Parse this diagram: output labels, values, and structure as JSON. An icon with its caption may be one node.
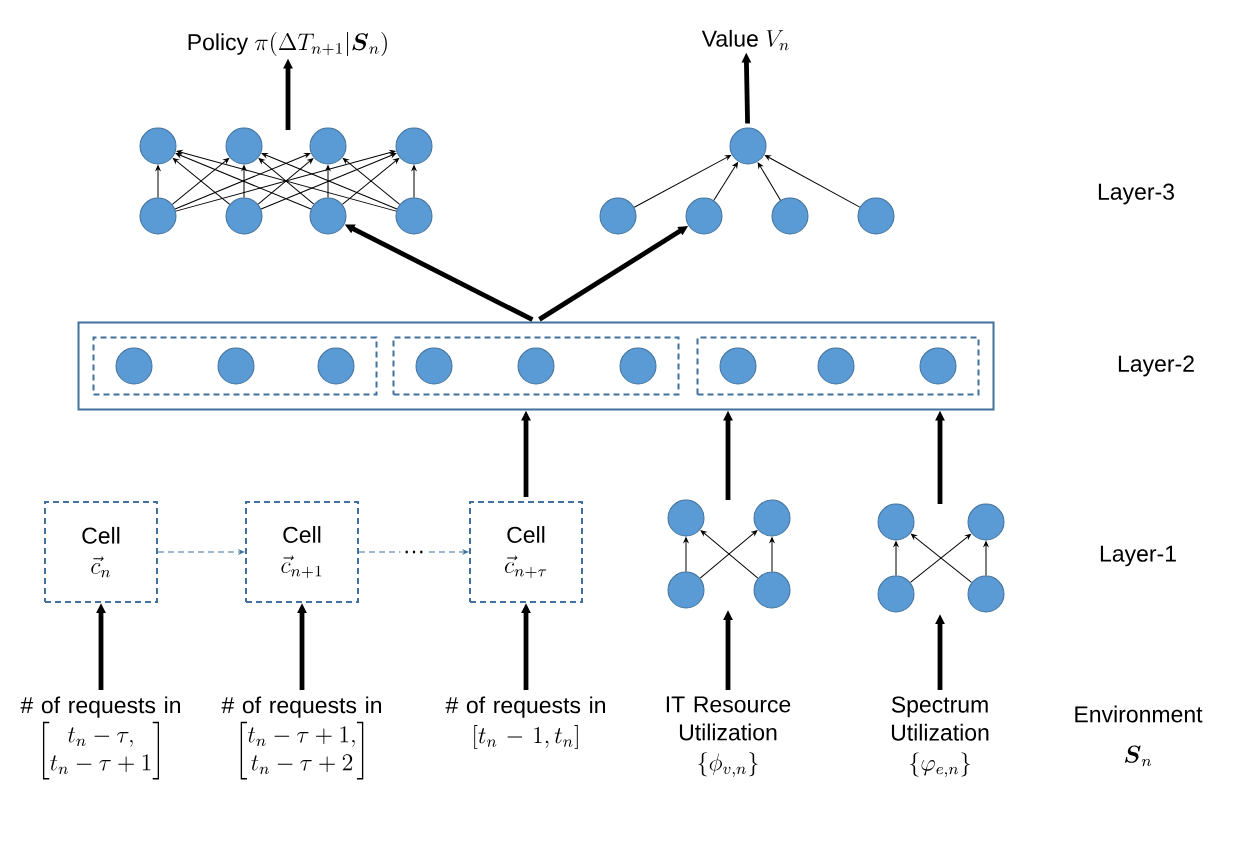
{
  "diagram": {
    "nodes": [
      {
        "text": [
          "Policy",
          "\\pi(\\Delta T_{n+1}|\\boldsymbol{S}_n)"
        ]
      },
      {
        "text": [
          "Value",
          "V_n"
        ]
      },
      {
        "text": [],
        "shape": "circle"
      },
      {
        "text": [],
        "shape": "circle"
      },
      {
        "text": [],
        "shape": "circle"
      },
      {
        "text": [],
        "shape": "circle"
      },
      {
        "text": [],
        "shape": "circle"
      },
      {
        "text": [],
        "shape": "circle"
      },
      {
        "text": [],
        "shape": "circle"
      },
      {
        "text": [],
        "shape": "circle"
      },
      {
        "text": [],
        "shape": "circle"
      },
      {
        "text": [],
        "shape": "circle"
      },
      {
        "text": [],
        "shape": "circle"
      },
      {
        "text": [],
        "shape": "circle"
      },
      {
        "text": [],
        "shape": "circle"
      },
      {
        "text": [],
        "shape": "box"
      },
      {
        "text": [],
        "shape": "box",
        "in": 15
      },
      {
        "text": [],
        "shape": "box",
        "in": 15
      },
      {
        "text": [],
        "shape": "box",
        "in": 15
      },
      {
        "text": [],
        "shape": "circle",
        "in": 16
      },
      {
        "text": [],
        "shape": "circle",
        "in": 16
      },
      {
        "text": [],
        "shape": "circle",
        "in": 16
      },
      {
        "text": [],
        "shape": "circle",
        "in": 17
      },
      {
        "text": [],
        "shape": "circle",
        "in": 17
      },
      {
        "text": [],
        "shape": "circle",
        "in": 17
      },
      {
        "text": [],
        "shape": "circle",
        "in": 18
      },
      {
        "text": [],
        "shape": "circle",
        "in": 18
      },
      {
        "text": [],
        "shape": "circle",
        "in": 18
      },
      {
        "text": [
          "Cell",
          "\\vec{c}_n"
        ]
      },
      {
        "text": [
          "Cell",
          "\\vec{c}_{n+1}"
        ]
      },
      {
        "text": [
          "Cell",
          "\\vec{c}_{n+\\tau}"
        ]
      },
      {
        "text": [],
        "shape": "circle"
      },
      {
        "text": [],
        "shape": "circle"
      },
      {
        "text": [],
        "shape": "circle"
      },
      {
        "text": [],
        "shape": "circle"
      },
      {
        "text": [],
        "shape": "circle"
      },
      {
        "text": [],
        "shape": "circle"
      },
      {
        "text": [],
        "shape": "circle"
      },
      {
        "text": [],
        "shape": "circle"
      },
      {
        "text": [
          "# of requests in",
          "\\begin{bmatrix}t_n-\\tau,\\\\t_n-\\tau+1\\end{bmatrix}"
        ]
      },
      {
        "text": [
          "# of requests in",
          "\\begin{bmatrix}t_n-\\tau+1,\\\\t_n-\\tau+2\\end{bmatrix}"
        ]
      },
      {
        "text": [
          "# of requests in",
          "[t_n-1,t_n]"
        ]
      },
      {
        "text": [
          "IT Resource Utilization",
          "\\{\\phi_{v,n}\\}"
        ]
      },
      {
        "text": [
          "Spectrum Utilization",
          "\\{\\varphi_{e,n}\\}"
        ]
      }
    ],
    "edges": [
      {
        "from": null,
        "to": 0,
        "arrow": "to",
        "style": "thick"
      },
      {
        "from": 10,
        "to": 1,
        "arrow": "to",
        "style": "thick"
      },
      {
        "from": 6,
        "to": 2,
        "arrow": "to"
      },
      {
        "from": 6,
        "to": 3,
        "arrow": "to"
      },
      {
        "from": 6,
        "to": 4,
        "arrow": "to"
      },
      {
        "from": 6,
        "to": 5,
        "arrow": "to"
      },
      {
        "from": 7,
        "to": 2,
        "arrow": "to"
      },
      {
        "from": 7,
        "to": 3,
        "arrow": "to"
      },
      {
        "from": 7,
        "to": 4,
        "arrow": "to"
      },
      {
        "from": 7,
        "to": 5,
        "arrow": "to"
      },
      {
        "from": 8,
        "to": 2,
        "arrow": "to"
      },
      {
        "from": 8,
        "to": 3,
        "arrow": "to"
      },
      {
        "from": 8,
        "to": 4,
        "arrow": "to"
      },
      {
        "from": 8,
        "to": 5,
        "arrow": "to"
      },
      {
        "from": 9,
        "to": 2,
        "arrow": "to"
      },
      {
        "from": 9,
        "to": 3,
        "arrow": "to"
      },
      {
        "from": 9,
        "to": 4,
        "arrow": "to"
      },
      {
        "from": 9,
        "to": 5,
        "arrow": "to"
      },
      {
        "from": 11,
        "to": 10,
        "arrow": "to"
      },
      {
        "from": 12,
        "to": 10,
        "arrow": "to"
      },
      {
        "from": 13,
        "to": 10,
        "arrow": "to"
      },
      {
        "from": 14,
        "to": 10,
        "arrow": "to"
      },
      {
        "from": 15,
        "to": 8,
        "arrow": "to",
        "style": "thick"
      },
      {
        "from": 15,
        "to": 12,
        "arrow": "to",
        "style": "thick"
      },
      {
        "from": 28,
        "to": 29,
        "arrow": "to",
        "style": "dashed",
        "color": "#41719c"
      },
      {
        "from": 29,
        "to": 30,
        "arrow": "to",
        "style": "dashed",
        "color": "#41719c",
        "label": "…"
      },
      {
        "from": 30,
        "to": 15,
        "arrow": "to",
        "style": "thick"
      },
      {
        "from": null,
        "to": 15,
        "arrow": "to",
        "style": "thick"
      },
      {
        "from": null,
        "to": 15,
        "arrow": "to",
        "style": "thick"
      },
      {
        "from": 33,
        "to": 31,
        "arrow": "to"
      },
      {
        "from": 33,
        "to": 32,
        "arrow": "to"
      },
      {
        "from": 34,
        "to": 31,
        "arrow": "to"
      },
      {
        "from": 34,
        "to": 32,
        "arrow": "to"
      },
      {
        "from": 37,
        "to": 35,
        "arrow": "to"
      },
      {
        "from": 37,
        "to": 36,
        "arrow": "to"
      },
      {
        "from": 38,
        "to": 35,
        "arrow": "to"
      },
      {
        "from": 38,
        "to": 36,
        "arrow": "to"
      },
      {
        "from": 39,
        "to": 28,
        "arrow": "to",
        "style": "thick"
      },
      {
        "from": 40,
        "to": 29,
        "arrow": "to",
        "style": "thick"
      },
      {
        "from": 41,
        "to": 30,
        "arrow": "to",
        "style": "thick"
      },
      {
        "from": 42,
        "to": null,
        "arrow": "to",
        "style": "thick"
      },
      {
        "from": 43,
        "to": null,
        "arrow": "to",
        "style": "thick"
      }
    ],
    "labels": [
      "Layer-3",
      "Layer-2",
      "Layer-1",
      "Environment",
      "\\boldsymbol{S}_n"
    ]
  }
}
